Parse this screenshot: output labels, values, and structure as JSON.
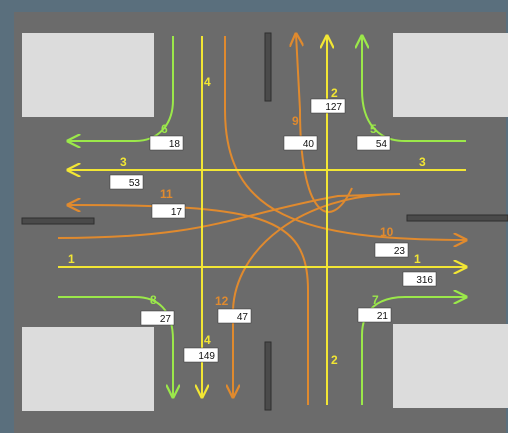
{
  "colors": {
    "background": "#5a6f7d",
    "road": "#6b6b6b",
    "block": "#dcdcdc",
    "median": "#4a4a4a",
    "yellow": "#f2e634",
    "orange": "#e08a2e",
    "green": "#9be84a",
    "label_box": "#ffffff"
  },
  "movements": [
    {
      "id": "1",
      "label": "1",
      "volume": "316",
      "color": "yellow"
    },
    {
      "id": "2",
      "label": "2",
      "volume": "127",
      "color": "yellow"
    },
    {
      "id": "3",
      "label": "3",
      "volume": "53",
      "color": "yellow"
    },
    {
      "id": "4",
      "label": "4",
      "volume": "149",
      "color": "yellow"
    },
    {
      "id": "5",
      "label": "5",
      "volume": "54",
      "color": "green"
    },
    {
      "id": "6",
      "label": "6",
      "volume": "18",
      "color": "green"
    },
    {
      "id": "7",
      "label": "7",
      "volume": "21",
      "color": "green"
    },
    {
      "id": "8",
      "label": "8",
      "volume": "27",
      "color": "green"
    },
    {
      "id": "9",
      "label": "9",
      "volume": "40",
      "color": "orange"
    },
    {
      "id": "10",
      "label": "10",
      "volume": "23",
      "color": "orange"
    },
    {
      "id": "11",
      "label": "11",
      "volume": "17",
      "color": "orange"
    },
    {
      "id": "12",
      "label": "12",
      "volume": "47",
      "color": "orange"
    }
  ],
  "extra_labels": [
    {
      "id": "3",
      "label": "3"
    },
    {
      "id": "4",
      "label": "4"
    },
    {
      "id": "1",
      "label": "1"
    },
    {
      "id": "2",
      "label": "2"
    }
  ]
}
